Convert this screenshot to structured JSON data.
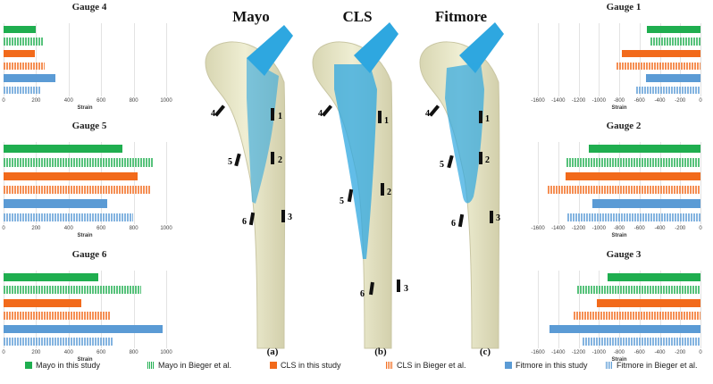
{
  "legend_items": [
    {
      "label": "Mayo in this study",
      "color": "#1fae4f",
      "striped": false
    },
    {
      "label": "Mayo in Bieger et al.",
      "color": "#1fae4f",
      "striped": true
    },
    {
      "label": "CLS in this study",
      "color": "#f26a1b",
      "striped": false
    },
    {
      "label": "CLS in Bieger et al.",
      "color": "#f26a1b",
      "striped": true
    },
    {
      "label": "Fitmore in this study",
      "color": "#5b9bd5",
      "striped": false
    },
    {
      "label": "Fitmore in Bieger et al.",
      "color": "#5b9bd5",
      "striped": true
    }
  ],
  "femur_titles": {
    "a": "Mayo",
    "b": "CLS",
    "c": "Fitmore"
  },
  "sub_labels": {
    "a": "(a)",
    "b": "(b)",
    "c": "(c)"
  },
  "gauge_marker_labels": [
    "1",
    "2",
    "3",
    "4",
    "5",
    "6"
  ],
  "colors": {
    "bone": "#ebe9c8",
    "bone_outline": "#c9c6a3",
    "stem": "#2ea7e0",
    "gauge_mark": "#111111"
  },
  "chart_data": [
    {
      "type": "bar",
      "orientation": "horizontal",
      "title": "Gauge 4",
      "xlabel": "Strain",
      "xticks": [
        "0",
        "200",
        "400",
        "600",
        "800",
        "1000"
      ],
      "xlim": [
        0,
        1000
      ],
      "series": [
        {
          "name": "Mayo in this study",
          "value": 200
        },
        {
          "name": "Mayo in Bieger et al.",
          "value": 240
        },
        {
          "name": "CLS in this study",
          "value": 195
        },
        {
          "name": "CLS in Bieger et al.",
          "value": 255
        },
        {
          "name": "Fitmore in this study",
          "value": 320
        },
        {
          "name": "Fitmore in Bieger et al.",
          "value": 230
        }
      ]
    },
    {
      "type": "bar",
      "orientation": "horizontal",
      "title": "Gauge 5",
      "xlabel": "Strain",
      "xticks": [
        "0",
        "200",
        "400",
        "600",
        "800",
        "1000"
      ],
      "xlim": [
        0,
        1000
      ],
      "series": [
        {
          "name": "Mayo in this study",
          "value": 730
        },
        {
          "name": "Mayo in Bieger et al.",
          "value": 915
        },
        {
          "name": "CLS in this study",
          "value": 825
        },
        {
          "name": "CLS in Bieger et al.",
          "value": 900
        },
        {
          "name": "Fitmore in this study",
          "value": 640
        },
        {
          "name": "Fitmore in Bieger et al.",
          "value": 795
        }
      ]
    },
    {
      "type": "bar",
      "orientation": "horizontal",
      "title": "Gauge 6",
      "xlabel": "Strain",
      "xticks": [
        "0",
        "200",
        "400",
        "600",
        "800",
        "1000"
      ],
      "xlim": [
        0,
        1000
      ],
      "series": [
        {
          "name": "Mayo in this study",
          "value": 580
        },
        {
          "name": "Mayo in Bieger et al.",
          "value": 845
        },
        {
          "name": "CLS in this study",
          "value": 480
        },
        {
          "name": "CLS in Bieger et al.",
          "value": 655
        },
        {
          "name": "Fitmore in this study",
          "value": 980
        },
        {
          "name": "Fitmore in Bieger et al.",
          "value": 670
        }
      ]
    },
    {
      "type": "bar",
      "orientation": "horizontal",
      "title": "Gauge 1",
      "xlabel": "Strain",
      "xticks": [
        "-1600",
        "-1400",
        "-1200",
        "-1000",
        "-800",
        "-600",
        "-400",
        "-200",
        "0"
      ],
      "xlim": [
        -1600,
        0
      ],
      "series": [
        {
          "name": "Mayo in this study",
          "value": -530
        },
        {
          "name": "Mayo in Bieger et al.",
          "value": -490
        },
        {
          "name": "CLS in this study",
          "value": -770
        },
        {
          "name": "CLS in Bieger et al.",
          "value": -830
        },
        {
          "name": "Fitmore in this study",
          "value": -540
        },
        {
          "name": "Fitmore in Bieger et al.",
          "value": -630
        }
      ]
    },
    {
      "type": "bar",
      "orientation": "horizontal",
      "title": "Gauge 2",
      "xlabel": "Strain",
      "xticks": [
        "-1600",
        "-1400",
        "-1200",
        "-1000",
        "-800",
        "-600",
        "-400",
        "-200",
        "0"
      ],
      "xlim": [
        -1600,
        0
      ],
      "series": [
        {
          "name": "Mayo in this study",
          "value": -1100
        },
        {
          "name": "Mayo in Bieger et al.",
          "value": -1320
        },
        {
          "name": "CLS in this study",
          "value": -1330
        },
        {
          "name": "CLS in Bieger et al.",
          "value": -1500
        },
        {
          "name": "Fitmore in this study",
          "value": -1060
        },
        {
          "name": "Fitmore in Bieger et al.",
          "value": -1310
        }
      ]
    },
    {
      "type": "bar",
      "orientation": "horizontal",
      "title": "Gauge 3",
      "xlabel": "Strain",
      "xticks": [
        "-1600",
        "-1400",
        "-1200",
        "-1000",
        "-800",
        "-600",
        "-400",
        "-200",
        "0"
      ],
      "xlim": [
        -1600,
        0
      ],
      "series": [
        {
          "name": "Mayo in this study",
          "value": -910
        },
        {
          "name": "Mayo in Bieger et al.",
          "value": -1210
        },
        {
          "name": "CLS in this study",
          "value": -1020
        },
        {
          "name": "CLS in Bieger et al.",
          "value": -1250
        },
        {
          "name": "Fitmore in this study",
          "value": -1490
        },
        {
          "name": "Fitmore in Bieger et al.",
          "value": -1160
        }
      ]
    }
  ]
}
